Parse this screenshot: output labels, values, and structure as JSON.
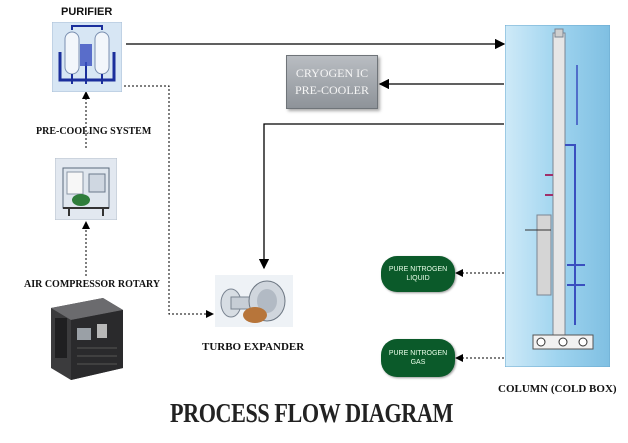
{
  "labels": {
    "purifier": "PURIFIER",
    "pre_cooling": "PRE-COOLING SYSTEM",
    "air_compressor": "AIR COMPRESSOR ROTARY",
    "turbo_expander": "TURBO EXPANDER",
    "column": "COLUMN (COLD BOX)"
  },
  "cryogenic": {
    "line1": "CRYOGEN IC",
    "line2": "PRE-COOLER"
  },
  "pure_n2_liquid": {
    "line1": "PURE NITROGEN",
    "line2": "LIQUID"
  },
  "pure_n2_gas": {
    "line1": "PURE NITROGEN",
    "line2": "GAS"
  },
  "title": "PROCESS FLOW DIAGRAM",
  "colors": {
    "pill_green": "#0b5a2a",
    "cold_box_blue": "#9fd4ef",
    "arrow": "#000000"
  }
}
